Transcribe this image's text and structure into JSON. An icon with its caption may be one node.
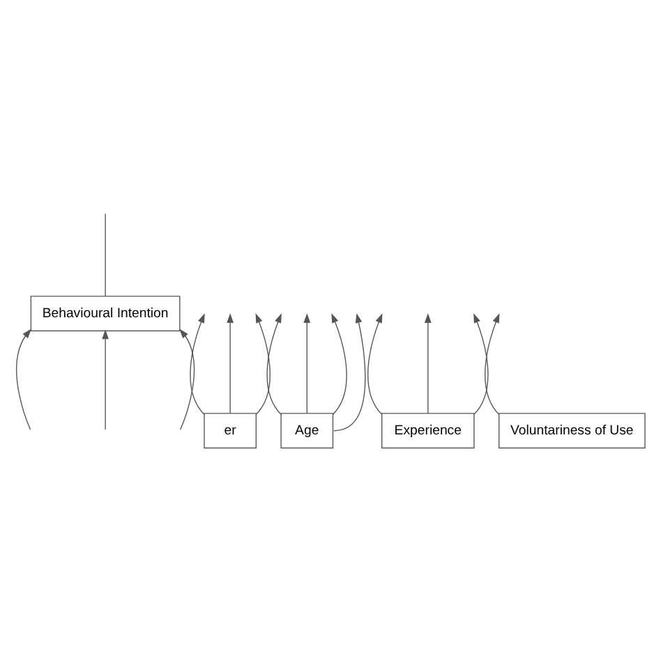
{
  "diagram": {
    "nodes": [
      {
        "text": [
          "Behavioural Intention"
        ]
      },
      {
        "text": [
          "er"
        ]
      },
      {
        "text": [
          "Age"
        ]
      },
      {
        "text": [
          "Experience"
        ]
      },
      {
        "text": [
          "Voluntariness of Use"
        ]
      }
    ],
    "edges": [
      {
        "from": null,
        "to": 0,
        "arrow": "to"
      },
      {
        "from": null,
        "to": 0,
        "arrow": "to"
      },
      {
        "from": null,
        "to": 0,
        "arrow": "to"
      },
      {
        "from": 0,
        "to": null,
        "arrow": "none"
      },
      {
        "from": 1,
        "to": null,
        "arrow": "to"
      },
      {
        "from": 1,
        "to": null,
        "arrow": "to"
      },
      {
        "from": 1,
        "to": null,
        "arrow": "to"
      },
      {
        "from": 2,
        "to": null,
        "arrow": "to"
      },
      {
        "from": 2,
        "to": null,
        "arrow": "to"
      },
      {
        "from": 2,
        "to": null,
        "arrow": "to"
      },
      {
        "from": 2,
        "to": null,
        "arrow": "to"
      },
      {
        "from": 3,
        "to": null,
        "arrow": "to"
      },
      {
        "from": 3,
        "to": null,
        "arrow": "to"
      },
      {
        "from": 3,
        "to": null,
        "arrow": "to"
      },
      {
        "from": 4,
        "to": null,
        "arrow": "to"
      }
    ]
  }
}
